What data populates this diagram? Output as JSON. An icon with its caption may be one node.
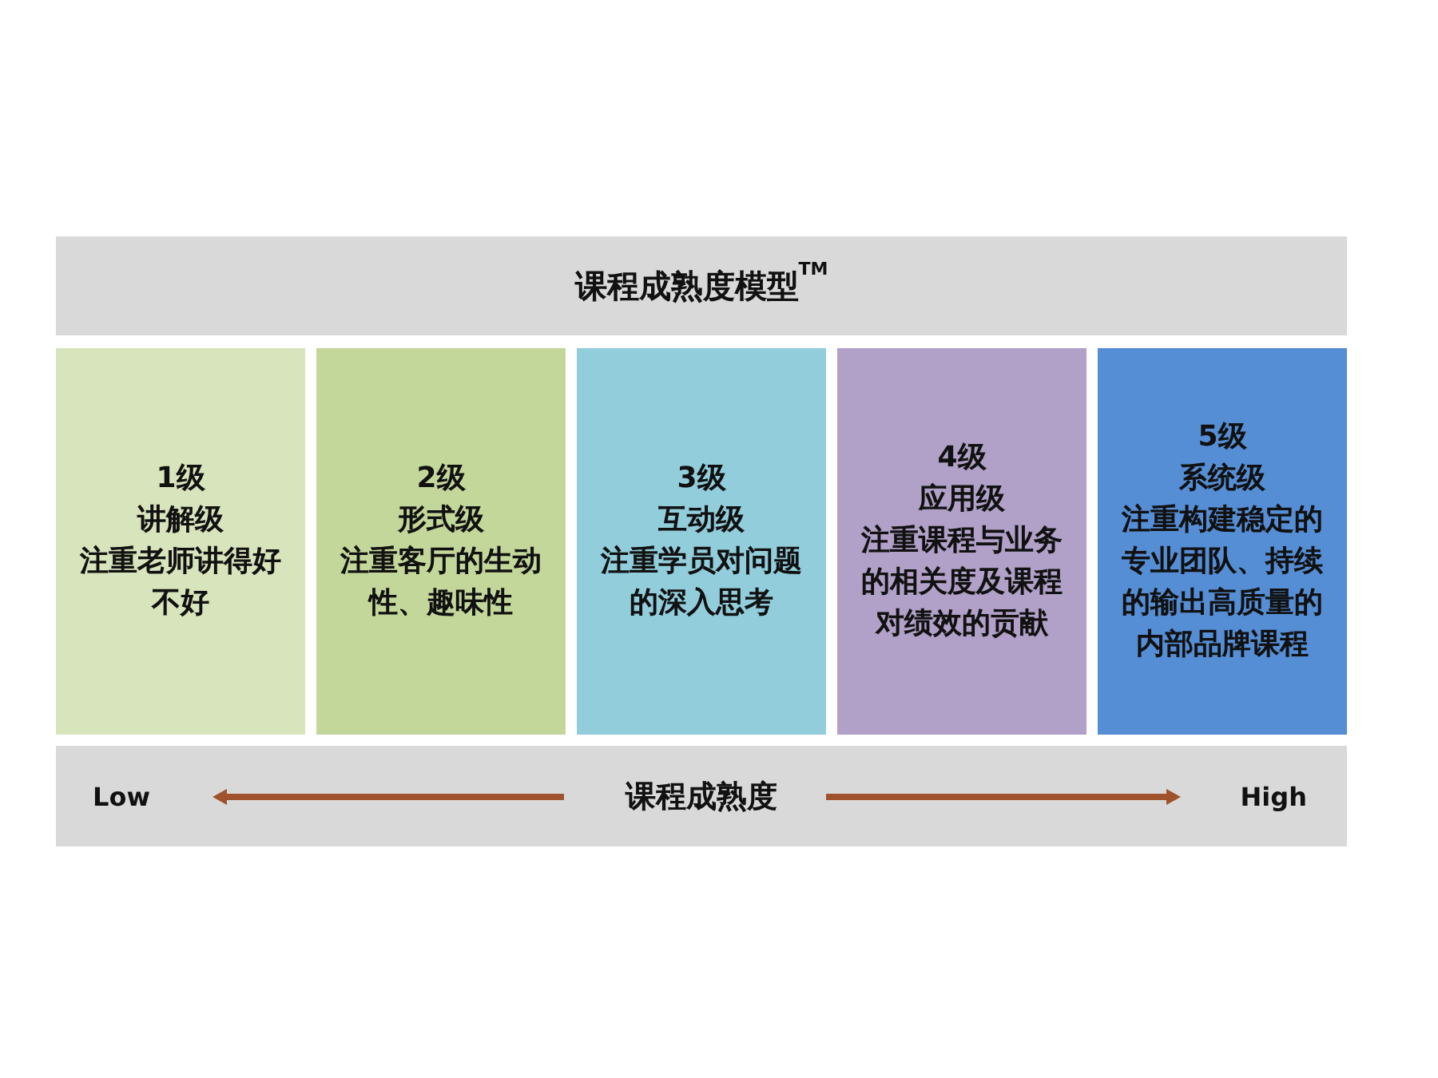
{
  "diagram": {
    "nodes": [
      {
        "text": [
          "课程成熟度模型$^{TM}$"
        ]
      },
      {
        "text": [
          "1级",
          "讲解级",
          "注重老师讲得好不好"
        ]
      },
      {
        "text": [
          "2级",
          "形式级",
          "注重客厅的生动性、趣味性"
        ]
      },
      {
        "text": [
          "3级",
          "互动级",
          "注重学员对问题的深入思考"
        ]
      },
      {
        "text": [
          "4级",
          "应用级",
          "注重课程与业务的相关度及课程对绩效的贡献"
        ]
      },
      {
        "text": [
          "5级",
          "系统级",
          "注重构建稳定的专业团队、持续的输出高质量的内部品牌课程"
        ]
      },
      {
        "text": [
          "Low",
          "课程成熟度",
          "High"
        ]
      }
    ]
  }
}
